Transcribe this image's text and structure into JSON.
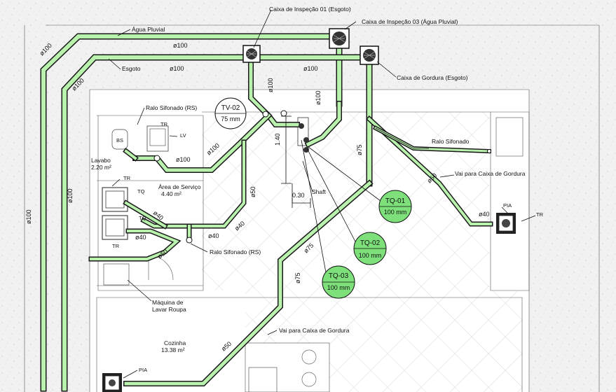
{
  "colors": {
    "pipe_fill": "#b9f2ad",
    "pipe_outline": "#1a1a1a",
    "tag_fill": "#7ee07a",
    "wall_fill": "#f1f1f1",
    "tile_line": "#c9c9c9"
  },
  "pipe_labels": {
    "agua_pluvial": "Água Pluvial",
    "esgoto": "Esgoto"
  },
  "callouts": {
    "ci01": "Caixa de Inspeção 01 (Esgoto)",
    "ci03": "Caixa de Inspeção 03 (Água Pluvial)",
    "cg": "Caixa de Gordura (Esgoto)",
    "rs1": "Ralo Sifonado (RS)",
    "rs2": "Ralo Sifonado",
    "rs3": "Ralo Sifonado (RS)",
    "vai1": "Vai para Caixa de Gordura",
    "vai2": "Vai para Caixa de Gordura",
    "shaft": "Shaft",
    "maquina_1": "Máquina de",
    "maquina_2": "Lavar Roupa"
  },
  "tags": {
    "tv02": {
      "id": "TV-02",
      "size": "75 mm"
    },
    "tq01": {
      "id": "TQ-01",
      "size": "100 mm"
    },
    "tq02": {
      "id": "TQ-02",
      "size": "100 mm"
    },
    "tq03": {
      "id": "TQ-03",
      "size": "100 mm"
    }
  },
  "rooms": {
    "lavabo": {
      "name": "Lavabo",
      "area": "2.20 m²"
    },
    "servico": {
      "name": "Área de Serviço",
      "area": "4.40 m²"
    },
    "cozinha": {
      "name": "Cozinha",
      "area": "13.38 m²"
    }
  },
  "fixtures": {
    "bs": "BS",
    "tr": "TR",
    "lv": "LV",
    "tq": "TQ",
    "pia": "PIA"
  },
  "dimensions": {
    "d140": "1.40",
    "d030": "0.30"
  },
  "diameters": {
    "d100": "ø100",
    "d75": "ø75",
    "d50": "ø50",
    "d40": "ø40"
  }
}
